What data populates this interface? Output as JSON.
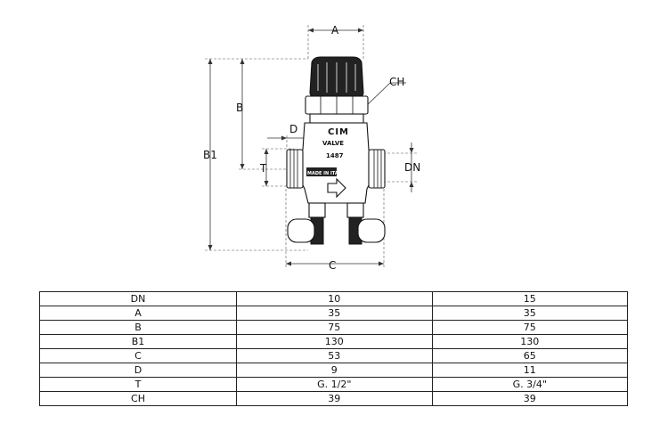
{
  "drawing": {
    "labels": {
      "a": "A",
      "b": "B",
      "b1": "B1",
      "c": "C",
      "d": "D",
      "t": "T",
      "dn": "DN",
      "ch": "CH"
    },
    "marking": {
      "brand": "CIM",
      "valve": "VALVE",
      "model": "1487",
      "origin": "MADE IN ITALY"
    }
  },
  "table": {
    "rows": [
      {
        "label": "DN",
        "v10": "10",
        "v15": "15"
      },
      {
        "label": "A",
        "v10": "35",
        "v15": "35"
      },
      {
        "label": "B",
        "v10": "75",
        "v15": "75"
      },
      {
        "label": "B1",
        "v10": "130",
        "v15": "130"
      },
      {
        "label": "C",
        "v10": "53",
        "v15": "65"
      },
      {
        "label": "D",
        "v10": "9",
        "v15": "11"
      },
      {
        "label": "T",
        "v10": "G. 1/2\"",
        "v15": "G. 3/4\""
      },
      {
        "label": "CH",
        "v10": "39",
        "v15": "39"
      }
    ]
  }
}
